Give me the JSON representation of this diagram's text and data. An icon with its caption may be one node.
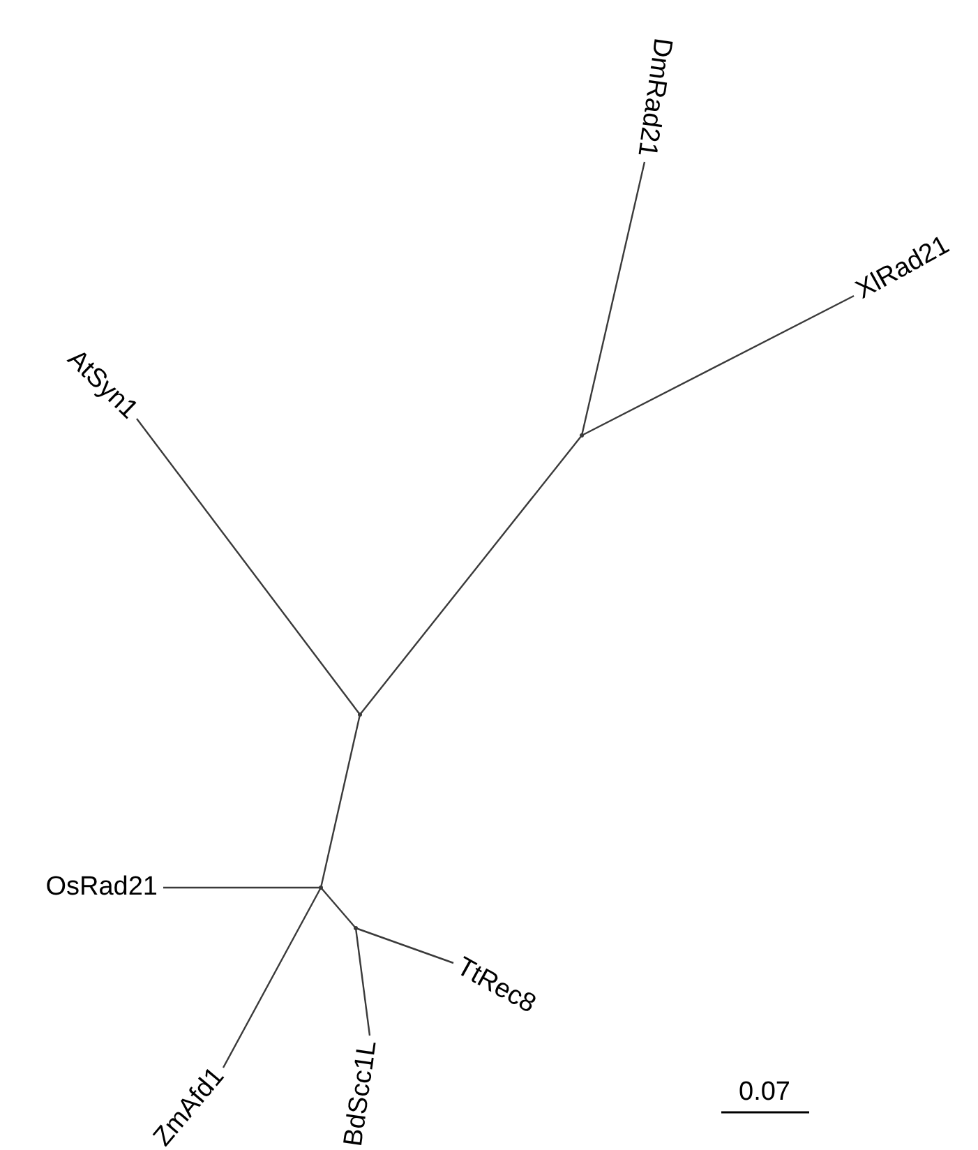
{
  "diagram": {
    "nodes": [
      {
        "text": [
          "DmRad21"
        ]
      },
      {
        "text": [
          "XlRad21"
        ]
      },
      {
        "text": [
          "AtSyn1"
        ]
      },
      {
        "text": [],
        "shape": "point"
      },
      {
        "text": [],
        "shape": "point"
      },
      {
        "text": [
          "OsRad21"
        ]
      },
      {
        "text": [],
        "shape": "point"
      },
      {
        "text": [],
        "shape": "point"
      },
      {
        "text": [
          "TtRec8"
        ]
      },
      {
        "text": [
          "ZmAfd1"
        ]
      },
      {
        "text": [
          "BdScc1L"
        ]
      }
    ],
    "edges": [
      {
        "from": 4,
        "to": 3,
        "arrow": "none"
      },
      {
        "from": 3,
        "to": 0,
        "arrow": "none"
      },
      {
        "from": 3,
        "to": 1,
        "arrow": "none"
      },
      {
        "from": 4,
        "to": 2,
        "arrow": "none"
      },
      {
        "from": 4,
        "to": 6,
        "arrow": "none"
      },
      {
        "from": 6,
        "to": 5,
        "arrow": "none"
      },
      {
        "from": 6,
        "to": 9,
        "arrow": "none"
      },
      {
        "from": 6,
        "to": 7,
        "arrow": "none"
      },
      {
        "from": 7,
        "to": 10,
        "arrow": "none"
      },
      {
        "from": 7,
        "to": 8,
        "arrow": "none"
      }
    ],
    "labels": [
      "0.07"
    ]
  }
}
